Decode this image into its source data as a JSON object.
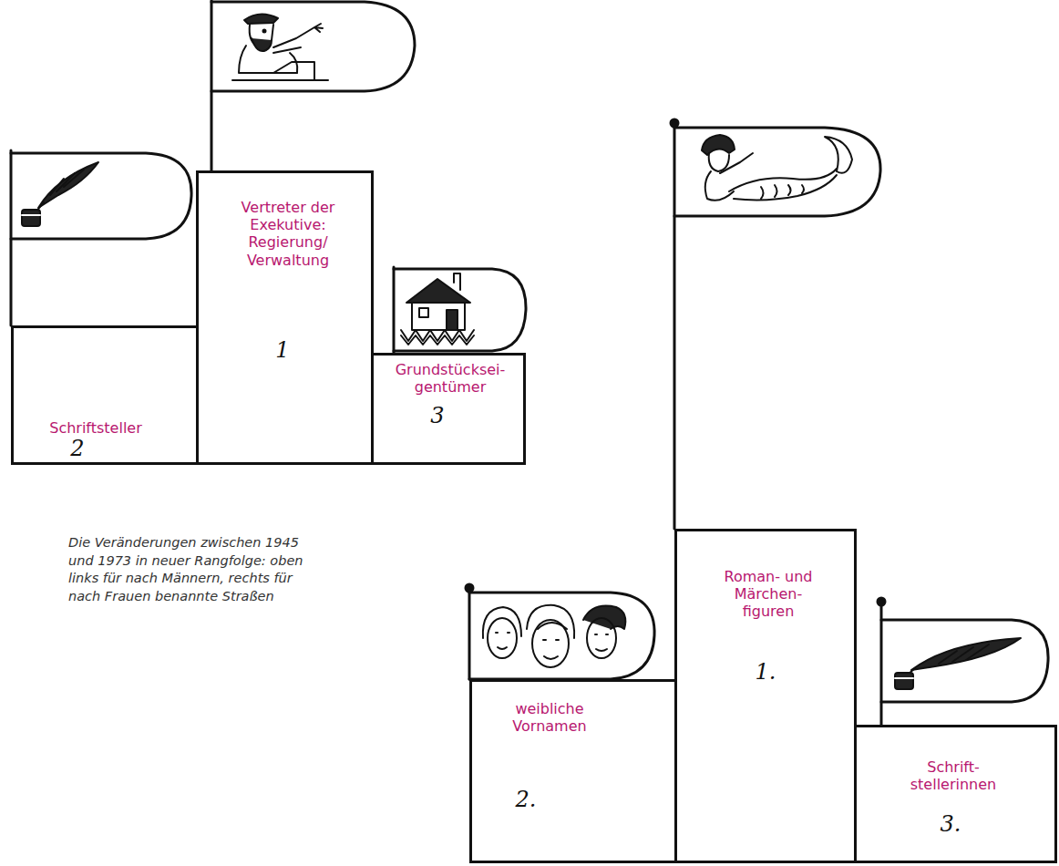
{
  "diagram": {
    "caption": "Die Veränderungen zwischen 1945 und 1973 in neuer Rangfolge: oben links für nach Männern, rechts für nach Frauen benannte Straßen",
    "nodes": [
      {
        "text": [
          "Schriftsteller",
          "2"
        ]
      },
      {
        "text": [
          "Vertreter der Exekutive: Regierung/ Verwaltung",
          "1"
        ]
      },
      {
        "text": [
          "Grundstücksei- gentümer",
          "3"
        ]
      },
      {
        "text": [
          "weibliche Vornamen",
          "2."
        ]
      },
      {
        "text": [
          "Roman- und Märchen- figuren",
          "1."
        ]
      },
      {
        "text": [
          "Schrift- stellerinnen",
          "3."
        ]
      }
    ]
  }
}
